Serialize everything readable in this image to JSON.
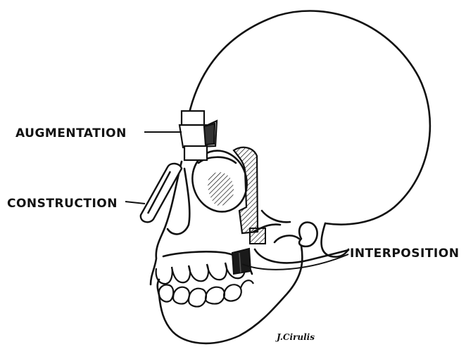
{
  "labels": {
    "augmentation": "AUGMENTATION",
    "construction": "CONSTRUCTION",
    "interposition": "INTERPOSITION"
  },
  "signature": "J.Cirulis",
  "colors": {
    "ink": "#111111",
    "background": "#ffffff"
  }
}
